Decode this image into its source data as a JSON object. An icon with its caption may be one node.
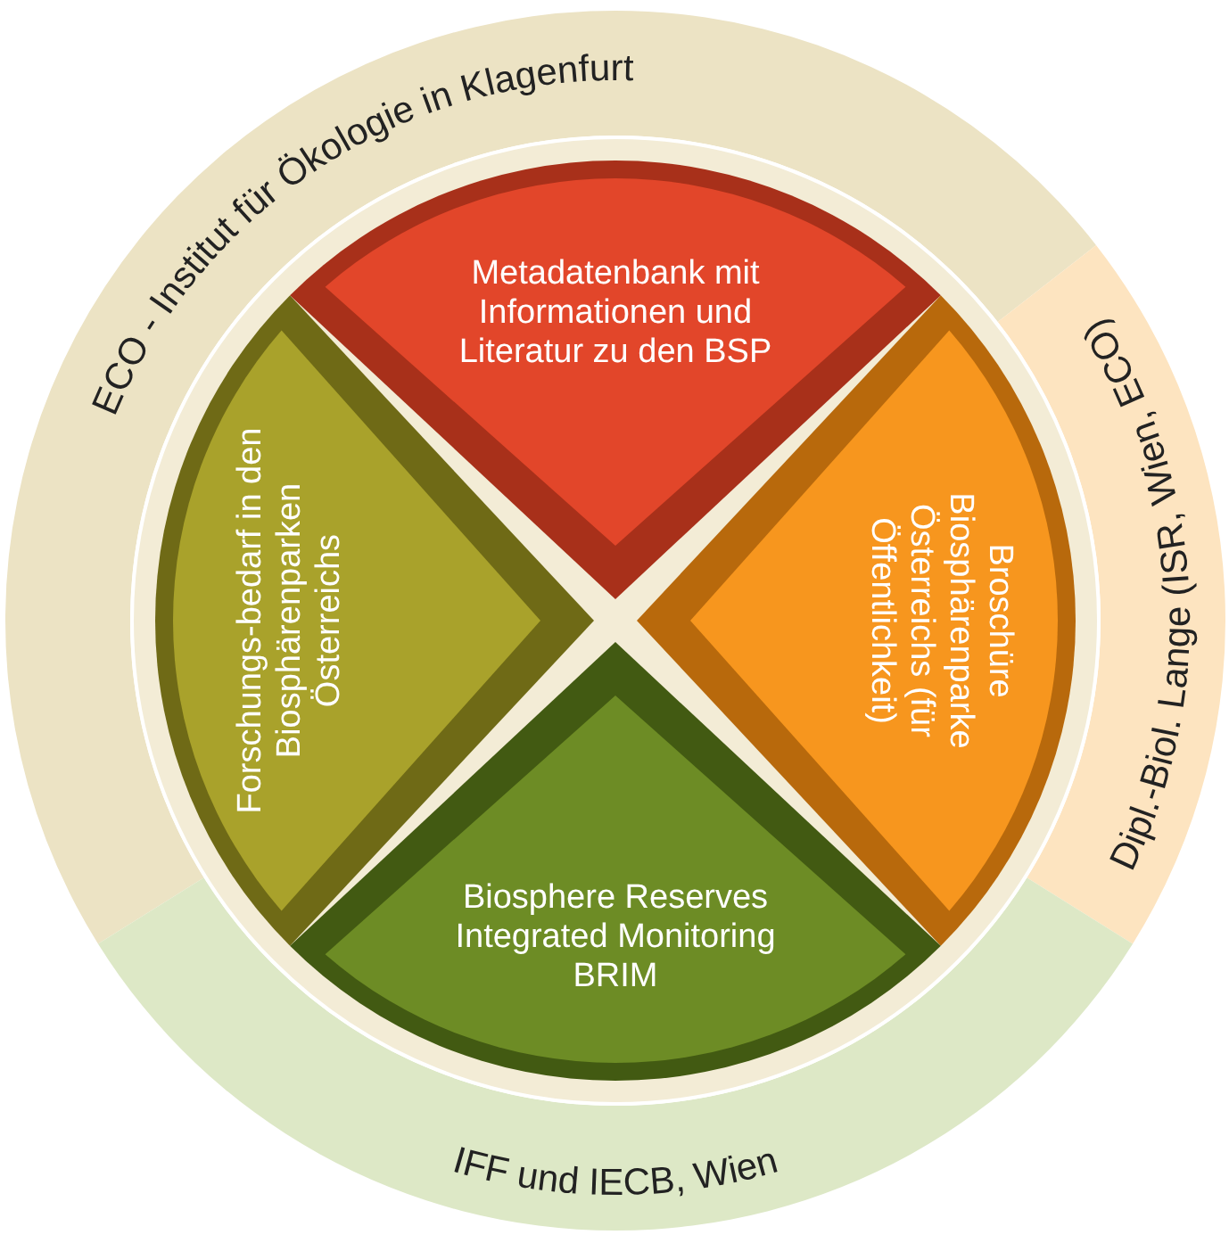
{
  "diagram": {
    "nodes": [
      {
        "text": [
          "ECO - Institut für Ökologie in Klagenfurt"
        ]
      },
      {
        "text": [
          "Dipl.-Biol. Lange (ISR, Wien, ECO)"
        ]
      },
      {
        "text": [
          "IFF und IECB, Wien"
        ]
      },
      {
        "text": [
          "Metadatenbank mit Informationen und Literatur zu den BSP"
        ]
      },
      {
        "text": [
          "Forschungs-bedarf in den Biosphärenparken Österreichs"
        ]
      },
      {
        "text": [
          "Broschüre Biosphärenparke Österreichs (für Öffentlichkeit)"
        ]
      },
      {
        "text": [
          "Biosphere Reserves Integrated Monitoring BRIM"
        ]
      }
    ]
  }
}
